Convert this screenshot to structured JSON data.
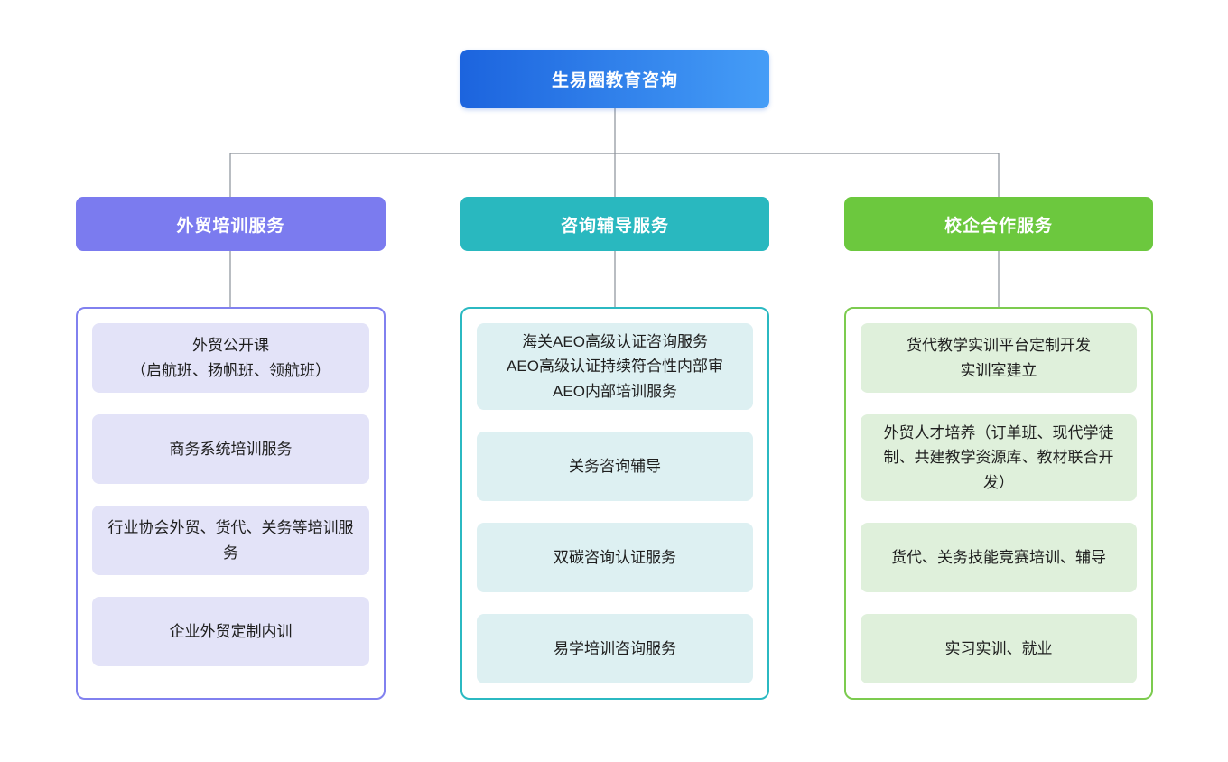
{
  "root": {
    "label": "生易圈教育咨询",
    "gradient_start": "#1C64DE",
    "gradient_end": "#459DF7"
  },
  "connector_color": "#8A9199",
  "branches": [
    {
      "id": "foreign-trade-training",
      "label": "外贸培训服务",
      "header_color": "#7B7BEF",
      "border_color": "#8181EF",
      "item_bg": "#E3E3F8",
      "items": [
        "外贸公开课\n（启航班、扬帆班、领航班）",
        "商务系统培训服务",
        "行业协会外贸、货代、关务等培训服务",
        "企业外贸定制内训"
      ]
    },
    {
      "id": "consulting-coaching",
      "label": "咨询辅导服务",
      "header_color": "#29B8BF",
      "border_color": "#2BB9C2",
      "item_bg": "#DDF0F2",
      "items": [
        "海关AEO高级认证咨询服务\nAEO高级认证持续符合性内部审\nAEO内部培训服务",
        "关务咨询辅导",
        "双碳咨询认证服务",
        "易学培训咨询服务"
      ]
    },
    {
      "id": "school-enterprise-cooperation",
      "label": "校企合作服务",
      "header_color": "#6CC83E",
      "border_color": "#7CCB4F",
      "item_bg": "#DFF0DB",
      "items": [
        "货代教学实训平台定制开发\n实训室建立",
        "外贸人才培养（订单班、现代学徒制、共建教学资源库、教材联合开发）",
        "货代、关务技能竞赛培训、辅导",
        "实习实训、就业"
      ]
    }
  ]
}
